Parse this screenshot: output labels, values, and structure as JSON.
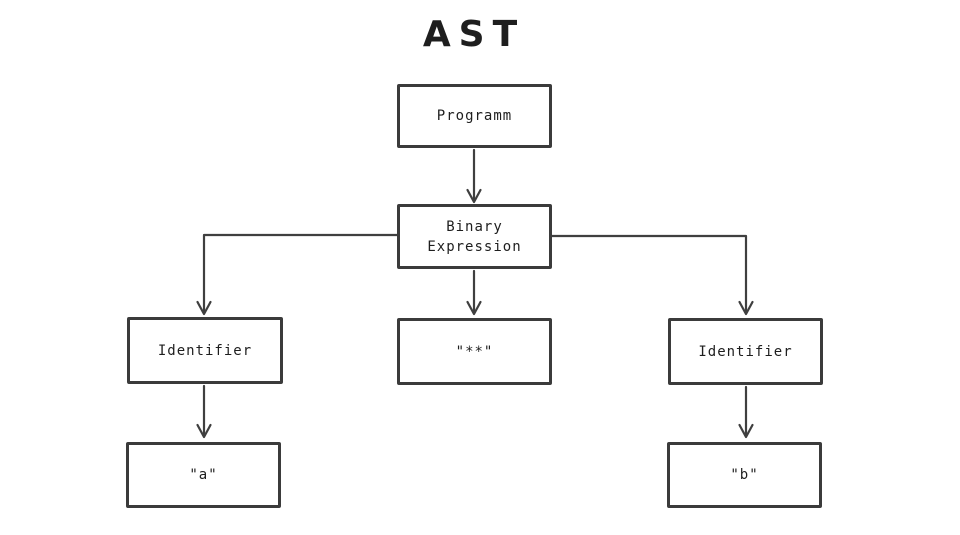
{
  "title": "AST",
  "nodes": {
    "program": {
      "label": "Programm"
    },
    "binary_expression": {
      "label": "Binary\nExpression"
    },
    "operator": {
      "label": "\"**\""
    },
    "identifier_left": {
      "label": "Identifier"
    },
    "identifier_right": {
      "label": "Identifier"
    },
    "literal_a": {
      "label": "\"a\""
    },
    "literal_b": {
      "label": "\"b\""
    }
  },
  "edges": [
    {
      "from": "Programm",
      "to": "Binary Expression"
    },
    {
      "from": "Binary Expression",
      "to": "Identifier (left)"
    },
    {
      "from": "Binary Expression",
      "to": "\"**\""
    },
    {
      "from": "Binary Expression",
      "to": "Identifier (right)"
    },
    {
      "from": "Identifier (left)",
      "to": "\"a\""
    },
    {
      "from": "Identifier (right)",
      "to": "\"b\""
    }
  ],
  "colors": {
    "stroke": "#3b3b3b",
    "arrow": "#3f3f3f",
    "text": "#1e1e1e",
    "background": "#ffffff"
  }
}
